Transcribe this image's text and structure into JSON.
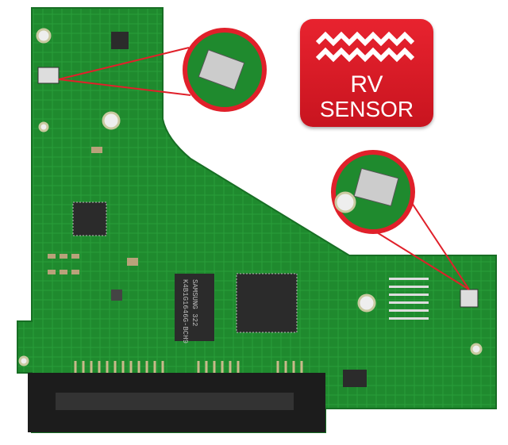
{
  "badge": {
    "line1": "RV",
    "line2": "SENSOR",
    "color": "#d81b25"
  },
  "chips": {
    "ram_brand": "SAMSUNG 322",
    "ram_part": "K4B1G1646G-BCH9"
  },
  "colors": {
    "pcb": "#1f8a2e",
    "callout": "#e0202a",
    "connector": "#1c1c1c"
  }
}
